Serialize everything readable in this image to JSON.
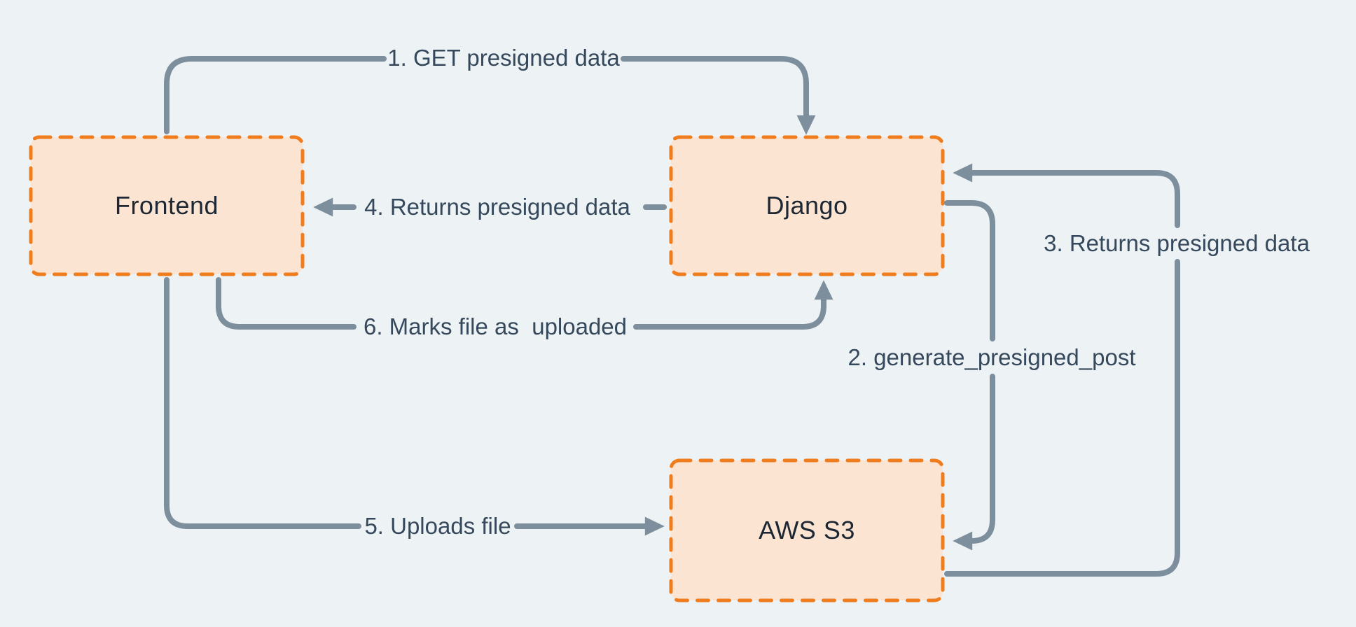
{
  "diagram": {
    "title": "",
    "background_color": "#edf2f5",
    "node_fill_color": "#fce4d3",
    "node_border_color": "#ef7d1e",
    "arrow_color": "#7d8f9d",
    "edge_label_color": "#36495c",
    "node_label_color": "#1c2733",
    "nodes": [
      {
        "id": "frontend",
        "label": "Frontend"
      },
      {
        "id": "django",
        "label": "Django"
      },
      {
        "id": "aws_s3",
        "label": "AWS S3"
      }
    ],
    "edges": [
      {
        "step": "1",
        "label": "1. GET presigned data",
        "from": "frontend",
        "to": "django"
      },
      {
        "step": "2",
        "label": "2. generate_presigned_post",
        "from": "django",
        "to": "aws_s3"
      },
      {
        "step": "3",
        "label": "3. Returns presigned data",
        "from": "aws_s3",
        "to": "django"
      },
      {
        "step": "4",
        "label": "4. Returns presigned data",
        "from": "django",
        "to": "frontend"
      },
      {
        "step": "5",
        "label": "5. Uploads file",
        "from": "frontend",
        "to": "aws_s3"
      },
      {
        "step": "6",
        "label": "6. Marks file as  uploaded",
        "from": "frontend",
        "to": "django"
      }
    ]
  }
}
